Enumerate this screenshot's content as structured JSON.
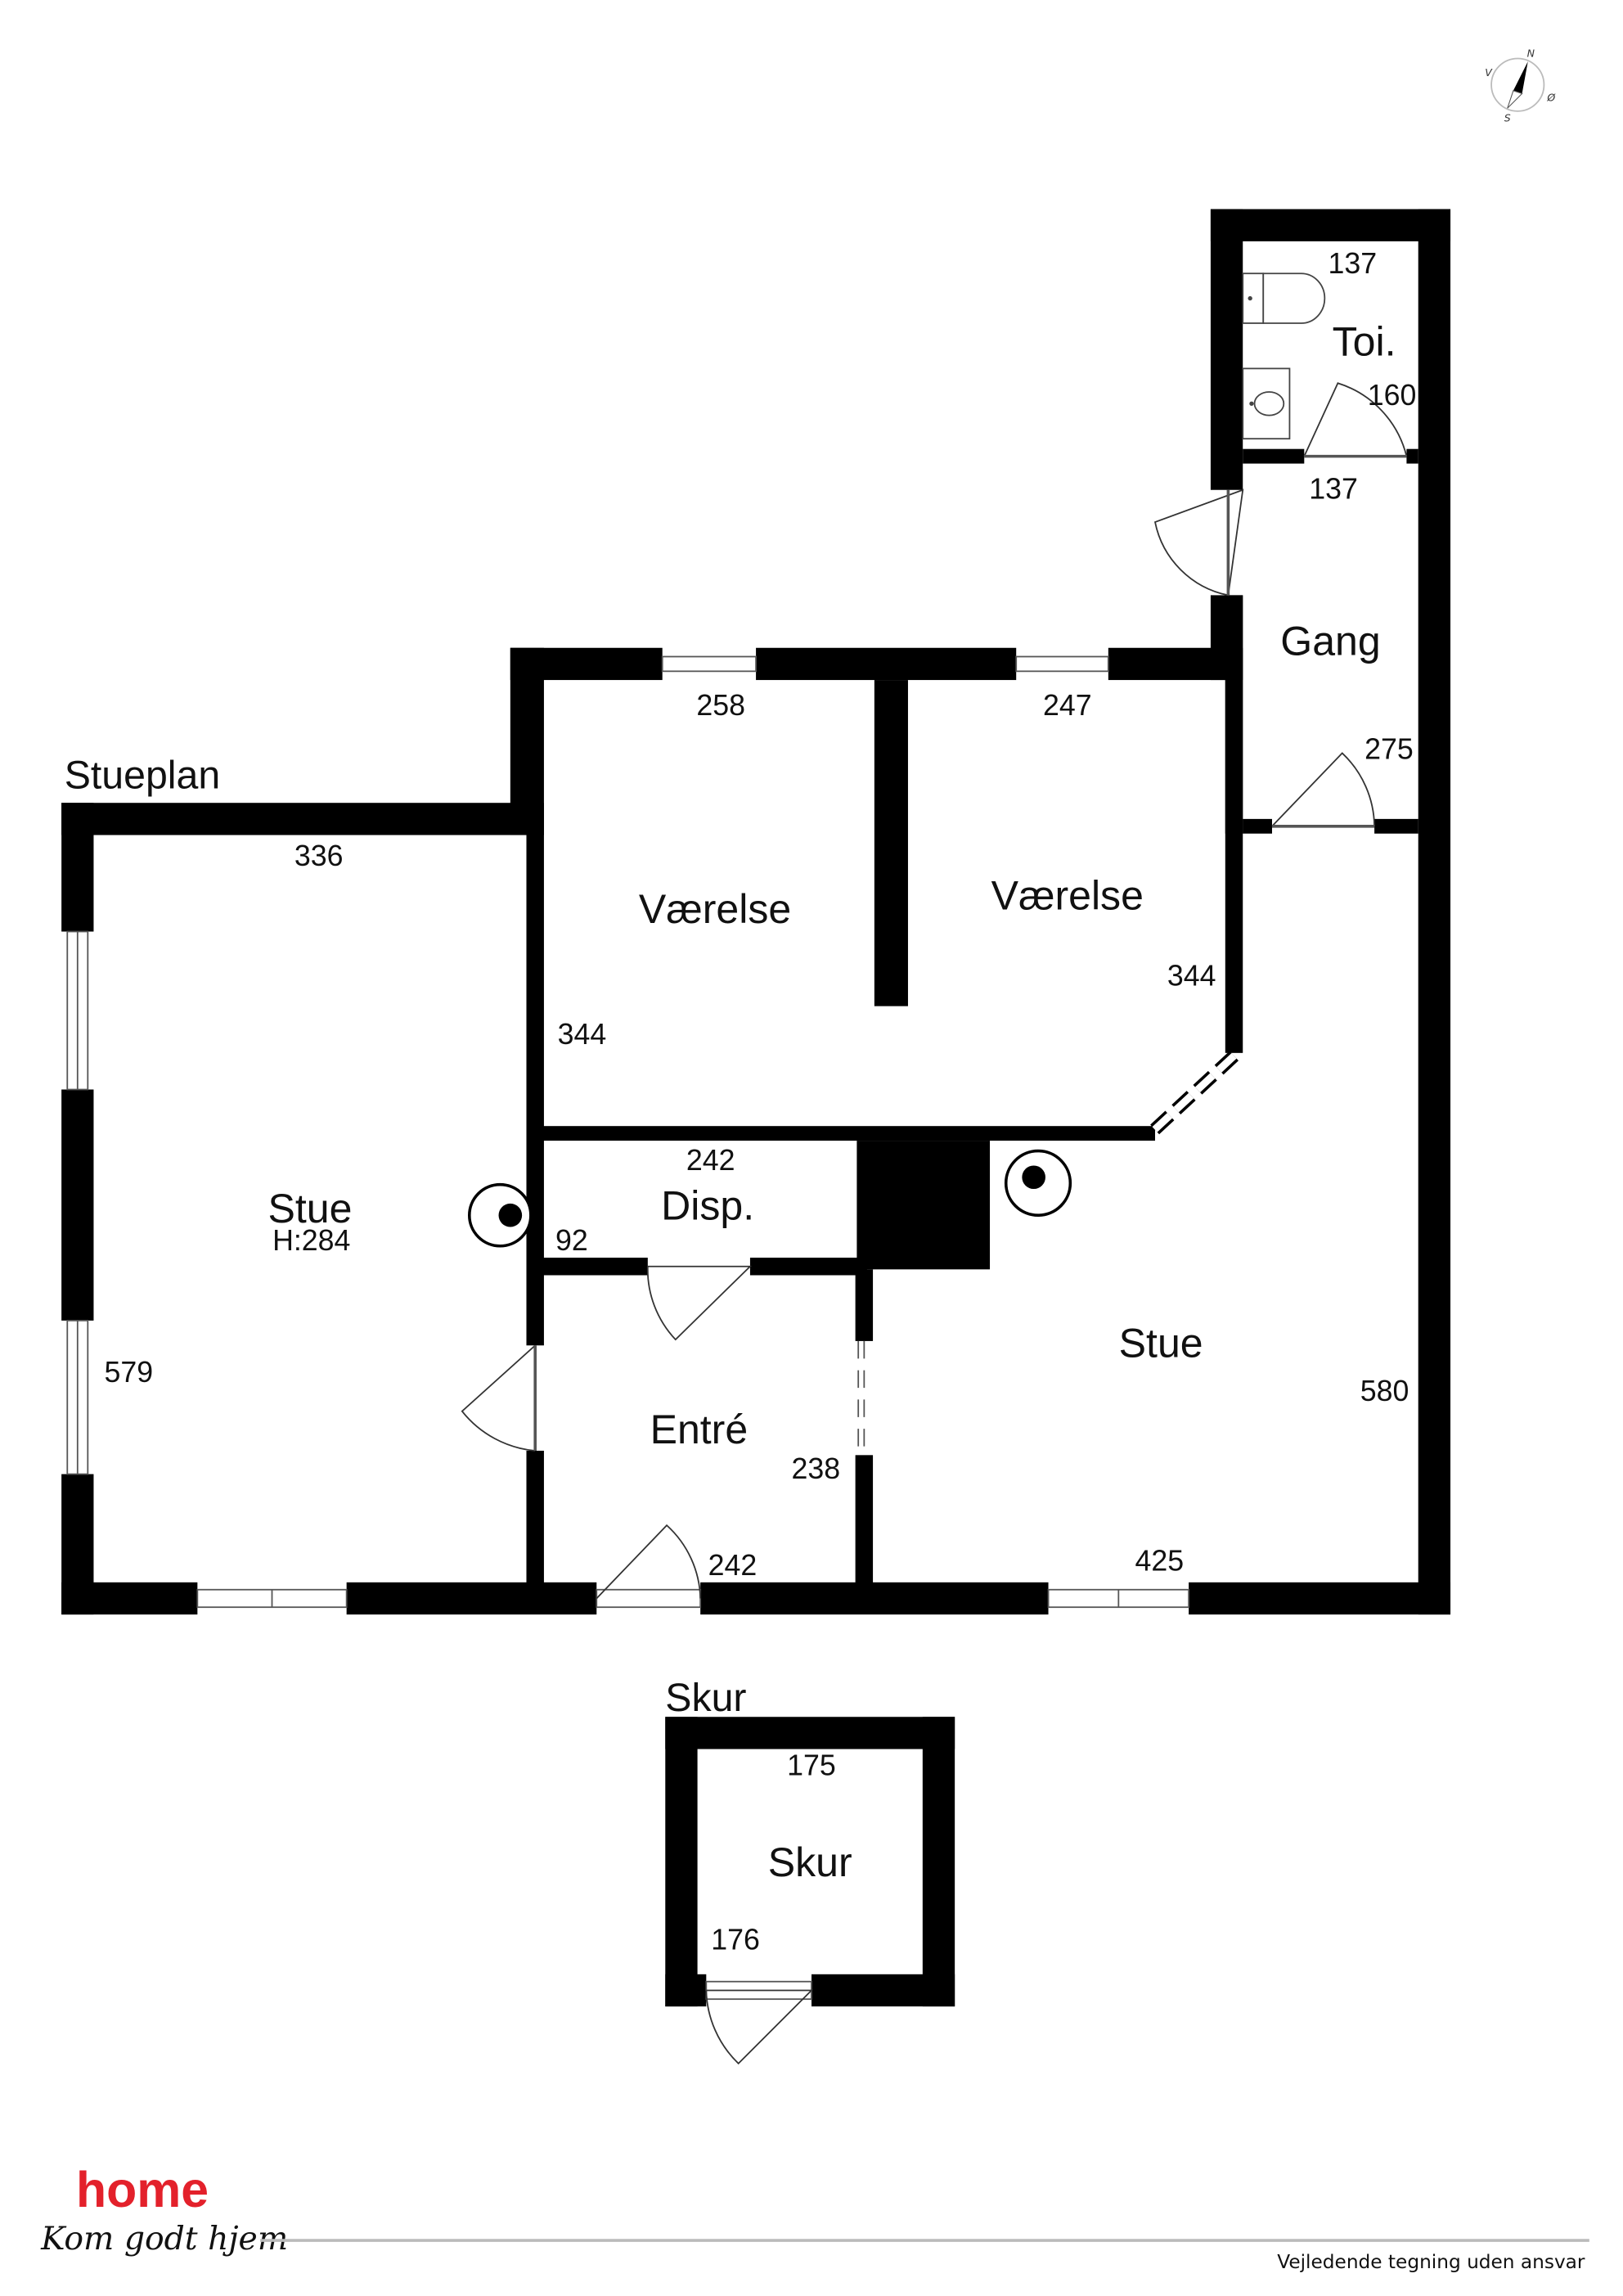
{
  "plan_title": "Stueplan",
  "shed_title": "Skur",
  "rooms": {
    "stue_left": {
      "label": "Stue",
      "height": "H:284",
      "dim_top": "336",
      "dim_side": "579"
    },
    "vaerelse_1": {
      "label": "Værelse",
      "dim_top": "258",
      "dim_side": "344"
    },
    "vaerelse_2": {
      "label": "Værelse",
      "dim_top": "247",
      "dim_side": "344"
    },
    "toilet": {
      "label": "Toi.",
      "dim_top": "137",
      "dim_side": "160"
    },
    "gang": {
      "label": "Gang",
      "dim_top": "137",
      "dim_side": "275"
    },
    "disp": {
      "label": "Disp.",
      "dim_top": "242",
      "dim_side": "92"
    },
    "entre": {
      "label": "Entré",
      "dim_bottom": "242",
      "dim_side": "238"
    },
    "stue_right": {
      "label": "Stue",
      "dim_bottom": "425",
      "dim_side": "580"
    },
    "skur": {
      "label": "Skur",
      "dim_top": "175",
      "dim_side": "176"
    }
  },
  "compass": {
    "n": "N",
    "s": "S",
    "e": "Ø",
    "w": "V"
  },
  "footer": {
    "logo": "home",
    "slogan": "Kom godt hjem",
    "disclaimer": "Vejledende tegning uden ansvar",
    "logo_color": "#e3212b"
  }
}
